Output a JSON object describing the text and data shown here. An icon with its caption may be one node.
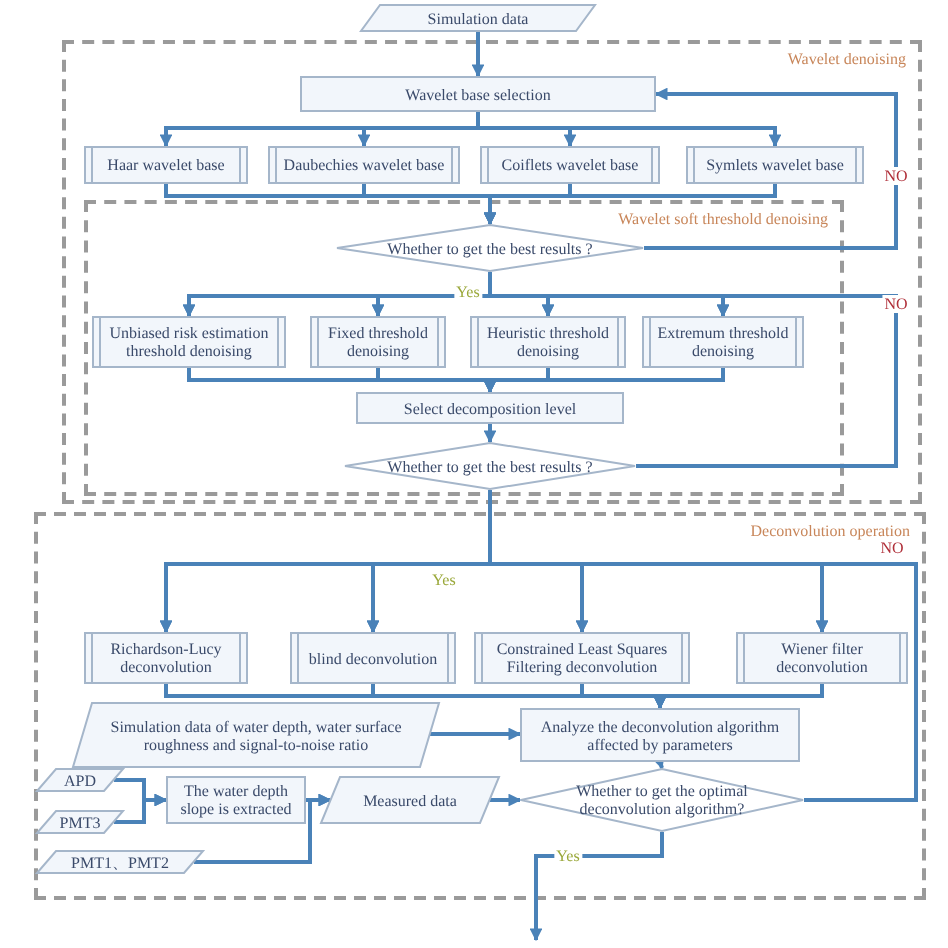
{
  "diagram": {
    "nodes": [
      {
        "text": [
          "Simulation data"
        ]
      },
      {
        "text": [
          "Wavelet denoising"
        ]
      },
      {
        "text": [
          "Wavelet base selection"
        ],
        "in": 1
      },
      {
        "text": [
          "Haar wavelet base"
        ],
        "in": 1
      },
      {
        "text": [
          "Daubechies wavelet base"
        ],
        "in": 1
      },
      {
        "text": [
          "Coiflets wavelet base"
        ],
        "in": 1
      },
      {
        "text": [
          "Symlets wavelet base"
        ],
        "in": 1
      },
      {
        "text": [
          "Wavelet soft threshold denoising"
        ],
        "in": 1
      },
      {
        "text": [
          "Whether to get the best results ?"
        ],
        "in": 7
      },
      {
        "text": [
          "Unbiased risk estimation threshold denoising"
        ],
        "in": 7
      },
      {
        "text": [
          "Fixed threshold denoising"
        ],
        "in": 7
      },
      {
        "text": [
          "Heuristic threshold denoising"
        ],
        "in": 7
      },
      {
        "text": [
          "Extremum threshold denoising"
        ],
        "in": 7
      },
      {
        "text": [
          "Select decomposition level"
        ],
        "in": 7
      },
      {
        "text": [
          "Whether to get the best results ?"
        ],
        "in": 7
      },
      {
        "text": [
          "Deconvolution operation"
        ]
      },
      {
        "text": [
          "Richardson-Lucy deconvolution"
        ],
        "in": 15
      },
      {
        "text": [
          "blind deconvolution"
        ],
        "in": 15
      },
      {
        "text": [
          "Constrained Least Squares Filtering deconvolution"
        ],
        "in": 15
      },
      {
        "text": [
          "Wiener filter deconvolution"
        ],
        "in": 15
      },
      {
        "text": [
          "Simulation data of water depth, water surface roughness and signal-to-noise ratio"
        ],
        "in": 15
      },
      {
        "text": [
          "Analyze the deconvolution algorithm affected by parameters"
        ],
        "in": 15
      },
      {
        "text": [
          "APD"
        ],
        "in": 15
      },
      {
        "text": [
          "PMT3"
        ],
        "in": 15
      },
      {
        "text": [
          "The water depth slope is extracted"
        ],
        "in": 15
      },
      {
        "text": [
          "Measured data"
        ],
        "in": 15
      },
      {
        "text": [
          "Whether to get the optimal deconvolution algorithm?"
        ],
        "in": 15
      },
      {
        "text": [
          "PMT1、PMT2"
        ],
        "in": 15
      }
    ],
    "edges": [
      {
        "from": 0,
        "to": 2,
        "arrow": "to"
      },
      {
        "from": 2,
        "to": 3,
        "arrow": "to"
      },
      {
        "from": 2,
        "to": 4,
        "arrow": "to"
      },
      {
        "from": 2,
        "to": 5,
        "arrow": "to"
      },
      {
        "from": 2,
        "to": 6,
        "arrow": "to"
      },
      {
        "from": 3,
        "to": 8,
        "arrow": "to"
      },
      {
        "from": 4,
        "to": 8,
        "arrow": "to"
      },
      {
        "from": 5,
        "to": 8,
        "arrow": "to"
      },
      {
        "from": 6,
        "to": 8,
        "arrow": "to"
      },
      {
        "from": 8,
        "to": 2,
        "arrow": "to",
        "label": "NO"
      },
      {
        "from": 8,
        "to": 9,
        "arrow": "to",
        "label": "Yes"
      },
      {
        "from": 8,
        "to": 10,
        "arrow": "to"
      },
      {
        "from": 8,
        "to": 11,
        "arrow": "to"
      },
      {
        "from": 8,
        "to": 12,
        "arrow": "to"
      },
      {
        "from": 9,
        "to": 13,
        "arrow": "to"
      },
      {
        "from": 10,
        "to": 13,
        "arrow": "to"
      },
      {
        "from": 11,
        "to": 13,
        "arrow": "to"
      },
      {
        "from": 12,
        "to": 13,
        "arrow": "to"
      },
      {
        "from": 13,
        "to": 14,
        "arrow": "to"
      },
      {
        "from": 14,
        "to": 9,
        "arrow": "to",
        "label": "NO"
      },
      {
        "from": 14,
        "to": 10,
        "arrow": "to"
      },
      {
        "from": 14,
        "to": 11,
        "arrow": "to"
      },
      {
        "from": 14,
        "to": 12,
        "arrow": "to"
      },
      {
        "from": 14,
        "to": 16,
        "arrow": "to",
        "label": "Yes"
      },
      {
        "from": 14,
        "to": 17,
        "arrow": "to"
      },
      {
        "from": 14,
        "to": 18,
        "arrow": "to"
      },
      {
        "from": 14,
        "to": 19,
        "arrow": "to"
      },
      {
        "from": 26,
        "to": 16,
        "arrow": "to",
        "label": "NO"
      },
      {
        "from": 26,
        "to": 17,
        "arrow": "to"
      },
      {
        "from": 26,
        "to": 18,
        "arrow": "to"
      },
      {
        "from": 26,
        "to": 19,
        "arrow": "to"
      },
      {
        "from": 16,
        "to": 21,
        "arrow": "to"
      },
      {
        "from": 17,
        "to": 21,
        "arrow": "to"
      },
      {
        "from": 18,
        "to": 21,
        "arrow": "to"
      },
      {
        "from": 19,
        "to": 21,
        "arrow": "to"
      },
      {
        "from": 20,
        "to": 21,
        "arrow": "to"
      },
      {
        "from": 21,
        "to": 26,
        "arrow": "to"
      },
      {
        "from": 22,
        "to": 24,
        "arrow": "to"
      },
      {
        "from": 23,
        "to": 24,
        "arrow": "to"
      },
      {
        "from": 24,
        "to": 25,
        "arrow": "to"
      },
      {
        "from": 27,
        "to": 25,
        "arrow": "to"
      },
      {
        "from": 25,
        "to": 26,
        "arrow": "to"
      },
      {
        "from": 26,
        "to": null,
        "arrow": "to",
        "label": "Yes"
      }
    ]
  }
}
